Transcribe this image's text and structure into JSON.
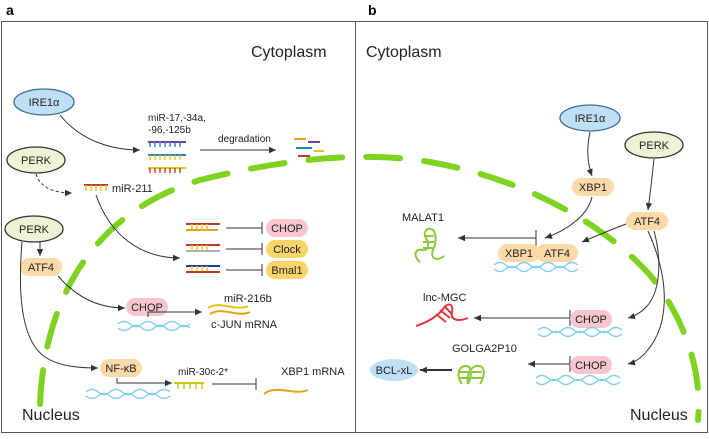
{
  "panels": {
    "a": {
      "letter": "a",
      "cytoplasm": "Cytoplasm",
      "nucleus": "Nucleus",
      "ire1a": "IRE1α",
      "perk_top": "PERK",
      "perk_bottom": "PERK",
      "atf4": "ATF4",
      "mirna_line1": "miR-17,-34a,",
      "mirna_line2": "-96,-125b",
      "degradation": "degradation",
      "mir211": "miR-211",
      "chop_target": "CHOP",
      "clock_target": "Clock",
      "bmal1_target": "Bmal1",
      "chop_nuclear": "CHOP",
      "mir216b": "miR-216b",
      "cjun": "c-JUN mRNA",
      "nfkb": "NF-κB",
      "mir30c": "miR-30c-2*",
      "xbp1_mrna": "XBP1 mRNA"
    },
    "b": {
      "letter": "b",
      "cytoplasm": "Cytoplasm",
      "nucleus": "Nucleus",
      "ire1a": "IRE1α",
      "perk": "PERK",
      "xbp1": "XBP1",
      "atf4": "ATF4",
      "malat1": "MALAT1",
      "xbp1_nuc": "XBP1",
      "atf4_nuc": "ATF4",
      "lnc_mgc": "lnc-MGC",
      "chop1": "CHOP",
      "golga": "GOLGA2P10",
      "chop2": "CHOP",
      "bclxl": "BCL-xL"
    }
  },
  "colors": {
    "membrane": "#7ed321",
    "oval_blue": "#bfdff5",
    "oval_green": "#eef3d6",
    "pill_orange": "#fbd9a8",
    "pill_pink": "#f7c6cc",
    "pill_yellow": "#f9d46a",
    "dna": "#7fd0ef",
    "lnc_green": "#8bc93a",
    "lnc_red": "#e03b3b"
  }
}
